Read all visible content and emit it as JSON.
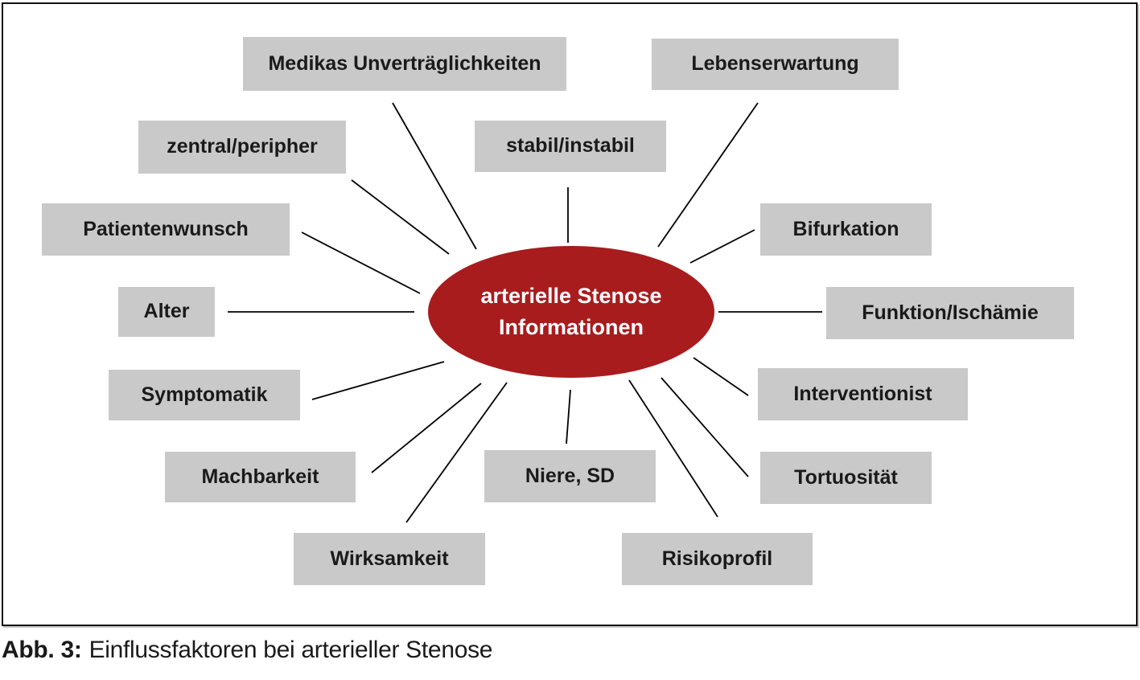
{
  "diagram": {
    "center": {
      "line1": "arterielle Stenose",
      "line2": "Informationen",
      "fill_color": "#a81c1e",
      "text_color": "#ffffff"
    },
    "nodes": [
      {
        "id": "medikas-unvertraeglichkeiten",
        "label": "Medikas Unverträglichkeiten"
      },
      {
        "id": "lebenserwartung",
        "label": "Lebenserwartung"
      },
      {
        "id": "zentral-peripher",
        "label": "zentral/peripher"
      },
      {
        "id": "stabil-instabil",
        "label": "stabil/instabil"
      },
      {
        "id": "patientenwunsch",
        "label": "Patientenwunsch"
      },
      {
        "id": "bifurkation",
        "label": "Bifurkation"
      },
      {
        "id": "alter",
        "label": "Alter"
      },
      {
        "id": "funktion-ischaemie",
        "label": "Funktion/Ischämie"
      },
      {
        "id": "symptomatik",
        "label": "Symptomatik"
      },
      {
        "id": "interventionist",
        "label": "Interventionist"
      },
      {
        "id": "machbarkeit",
        "label": "Machbarkeit"
      },
      {
        "id": "niere-sd",
        "label": "Niere, SD"
      },
      {
        "id": "tortuositaet",
        "label": "Tortuosität"
      },
      {
        "id": "wirksamkeit",
        "label": "Wirksamkeit"
      },
      {
        "id": "risikoprofil",
        "label": "Risikoprofil"
      }
    ],
    "node_bg_color": "#c9c9c9",
    "node_text_color": "#1a1a1a",
    "connector_color": "#000000"
  },
  "caption": {
    "prefix": "Abb. 3:",
    "text": "Einflussfaktoren bei arterieller Stenose"
  }
}
